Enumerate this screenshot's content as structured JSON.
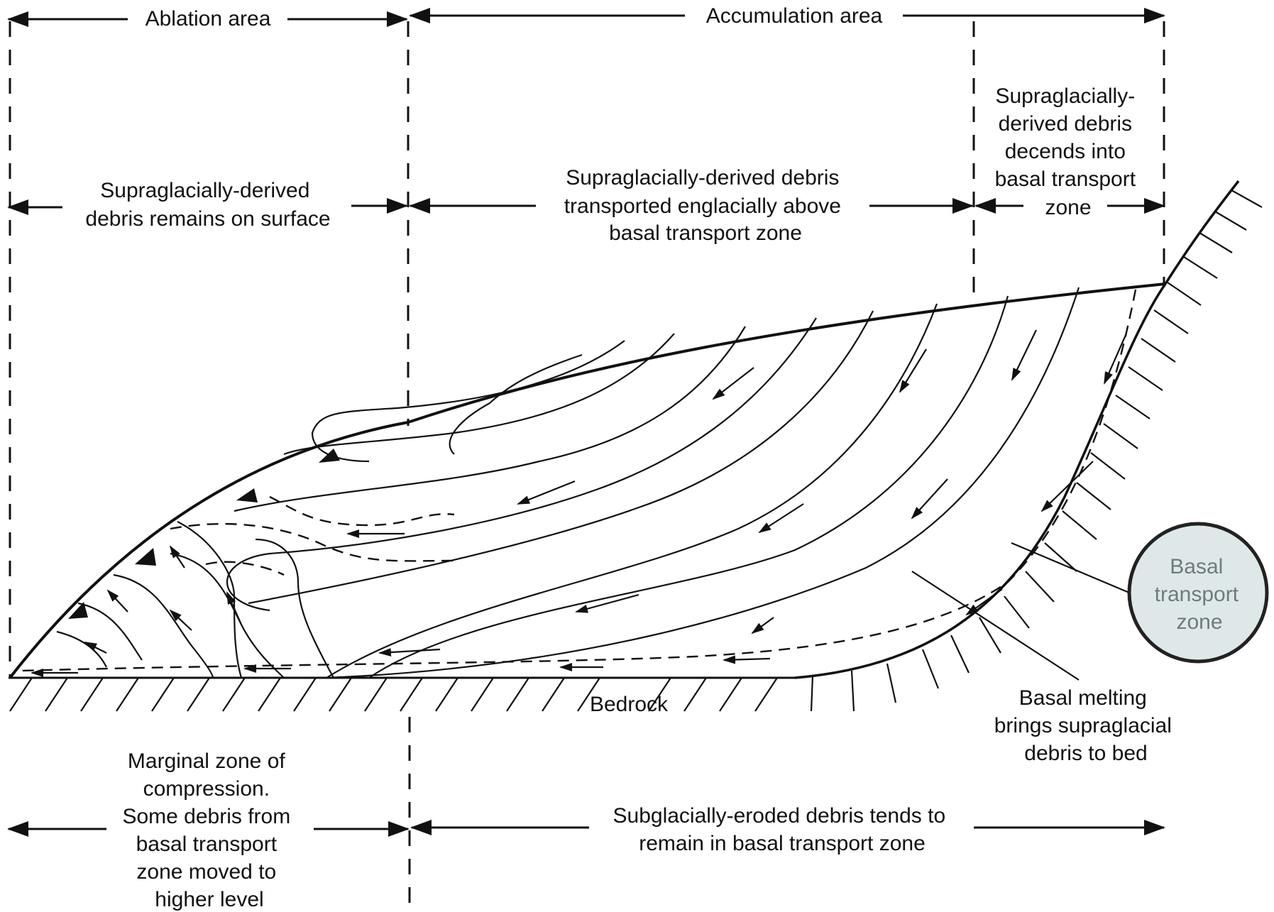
{
  "labels": {
    "ablation_area": "Ablation area",
    "accumulation_area": "Accumulation area",
    "supra_surface": [
      "Supraglacially-derived",
      "debris remains on surface"
    ],
    "supra_englacial": [
      "Supraglacially-derived debris",
      "transported englacially above",
      "basal transport zone"
    ],
    "supra_descends": [
      "Supraglacially-",
      "derived debris",
      "decends into",
      "basal transport",
      "zone"
    ],
    "bedrock": "Bedrock",
    "basal_melting": [
      "Basal melting",
      "brings supraglacial",
      "debris to bed"
    ],
    "marginal_zone": [
      "Marginal zone of",
      "compression.",
      "Some debris from",
      "basal transport",
      "zone moved to",
      "higher level"
    ],
    "subglacial": [
      "Subglacially-eroded debris tends to",
      "remain in basal transport zone"
    ],
    "basal_transport_zone": [
      "Basal",
      "transport",
      "zone"
    ]
  },
  "colors": {
    "ink": "#111111",
    "circle_fill": "#dfe8e8",
    "circle_stroke": "#222222",
    "circle_text": "#6f7a80"
  }
}
